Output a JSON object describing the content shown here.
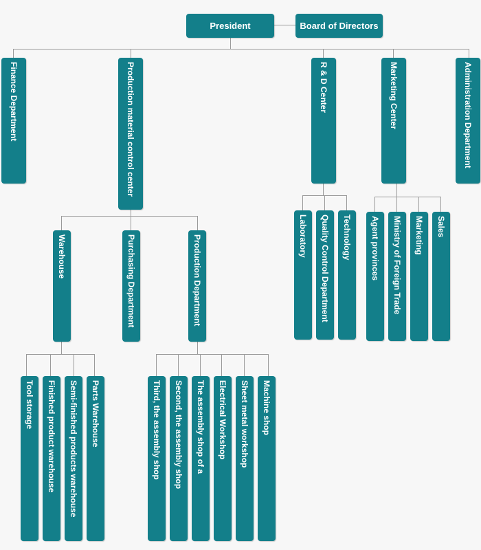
{
  "colors": {
    "node": "#137f8a",
    "connector": "#9a9a9a",
    "background": "#f7f7f7"
  },
  "nodes": {
    "president": "President",
    "board": "Board of Directors",
    "finance": "Finance Department",
    "production_material_control": "Production material control center",
    "rd_center": "R & D Center",
    "marketing_center": "Marketing Center",
    "administration": "Administration Department",
    "warehouse": "Warehouse",
    "purchasing": "Purchasing Department",
    "production_department": "Production Department",
    "laboratory": "Laboratory",
    "quality_control": "Quality Control Department",
    "technology": "Technology",
    "agent_provinces": "Agent provinces",
    "ministry_foreign_trade": "Ministry of Foreign Trade",
    "marketing": "Marketing",
    "sales": "Sales",
    "tool_storage": "Tool storage",
    "finished_product_warehouse": "Finished product warehouse",
    "semi_finished_products_warehouse": "Semi-finished products warehouse",
    "parts_warehouse": "Parts Warehouse",
    "third_assembly_shop": "Third, the assembly shop",
    "second_assembly_shop": "Second, the assembly shop",
    "assembly_shop_a": "The assembly shop of a",
    "electrical_workshop": "Electrical Workshop",
    "sheet_metal_workshop": "Sheet metal workshop",
    "machine_shop": "Machine shop"
  }
}
